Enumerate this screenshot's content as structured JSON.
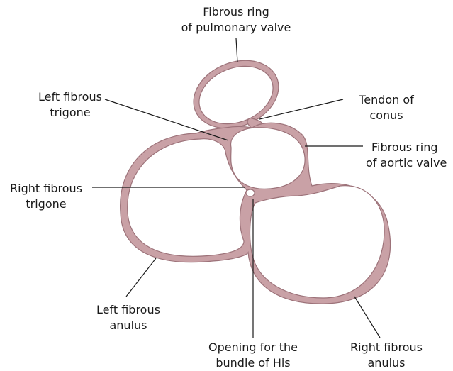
{
  "colors": {
    "ring_fill": "#c9a1a6",
    "ring_stroke": "#9c7279",
    "leader": "#1a1a1a",
    "text": "#1a1a1a"
  },
  "labels": {
    "pulmonary": [
      "Fibrous ring",
      "of pulmonary valve"
    ],
    "left_trigone": [
      "Left fibrous",
      "trigone"
    ],
    "tendon": [
      "Tendon of",
      "conus"
    ],
    "aortic": [
      "Fibrous ring",
      "of aortic valve"
    ],
    "right_trigone": [
      "Right fibrous",
      "trigone"
    ],
    "left_anulus": [
      "Left fibrous",
      "anulus"
    ],
    "opening": [
      "Opening for the",
      "bundle of His"
    ],
    "right_anulus": [
      "Right fibrous",
      "anulus"
    ]
  }
}
